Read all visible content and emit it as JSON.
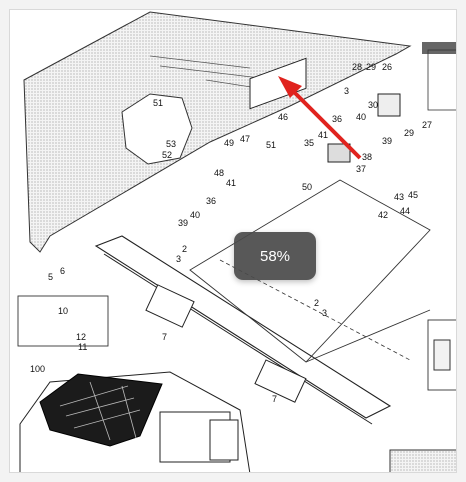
{
  "viewer": {
    "zoom_label": "58%",
    "accent_arrow_color": "#e0231e"
  },
  "callouts": [
    "51",
    "53",
    "52",
    "49",
    "47",
    "46",
    "51",
    "35",
    "41",
    "36",
    "38",
    "37",
    "28",
    "29",
    "26",
    "3",
    "30",
    "40",
    "27",
    "39",
    "29",
    "48",
    "41",
    "50",
    "36",
    "43",
    "45",
    "42",
    "44",
    "40",
    "39",
    "2",
    "3",
    "6",
    "5",
    "10",
    "12",
    "11",
    "7",
    "2",
    "3",
    "7",
    "100"
  ]
}
